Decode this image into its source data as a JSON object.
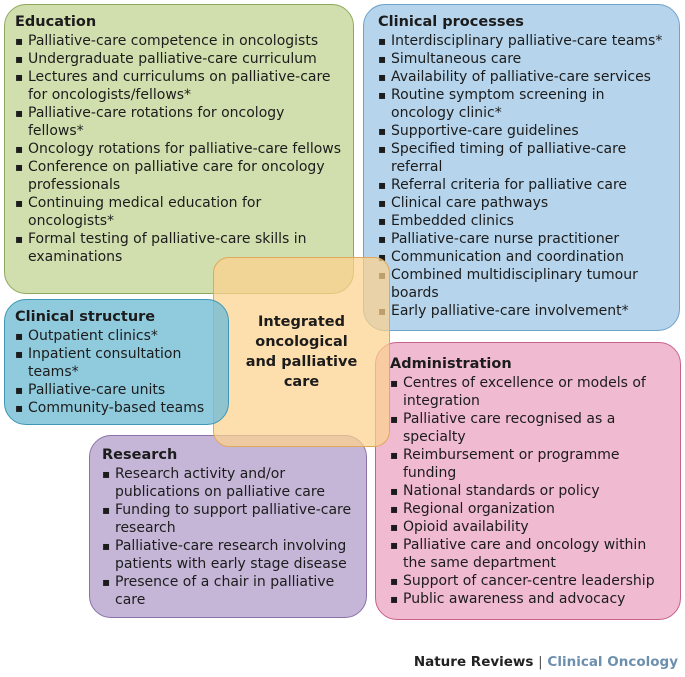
{
  "colors": {
    "education": "#c4d698",
    "clinical_processes": "#a6cbe6",
    "clinical_structure": "#76bed6",
    "administration": "#efb4cc",
    "research": "#c0b0d4",
    "center": "#fcd18e",
    "journal_accent": "#6d8fae"
  },
  "center": {
    "label": "Integrated oncological and palliative care"
  },
  "education": {
    "title": "Education",
    "items": [
      "Palliative-care competence in oncologists",
      "Undergraduate palliative-care curriculum",
      "Lectures and curriculums on palliative-care for oncologists/fellows*",
      "Palliative-care rotations for oncology fellows*",
      "Oncology rotations for palliative-care fellows",
      "Conference on palliative care for oncology professionals",
      "Continuing medical education for oncologists*",
      "Formal testing of palliative-care skills in examinations"
    ]
  },
  "clinical_processes": {
    "title": "Clinical processes",
    "items": [
      "Interdisciplinary palliative-care teams*",
      "Simultaneous care",
      "Availability of palliative-care services",
      "Routine symptom screening in oncology clinic*",
      "Supportive-care guidelines",
      "Specified timing of palliative-care referral",
      "Referral criteria for palliative care",
      "Clinical care pathways",
      "Embedded clinics",
      "Palliative-care nurse practitioner",
      "Communication and coordination",
      "Combined multidisciplinary tumour boards",
      "Early palliative-care involvement*"
    ]
  },
  "clinical_structure": {
    "title": "Clinical structure",
    "items": [
      "Outpatient clinics*",
      "Inpatient consultation teams*",
      "Palliative-care units",
      "Community-based teams"
    ]
  },
  "administration": {
    "title": "Administration",
    "items": [
      "Centres of excellence or models of integration",
      "Palliative care recognised as a specialty",
      "Reimbursement or programme funding",
      "National standards or policy",
      "Regional organization",
      "Opioid availability",
      "Palliative care and oncology within the same department",
      "Support of cancer-centre leadership",
      "Public awareness and advocacy"
    ]
  },
  "research": {
    "title": "Research",
    "items": [
      "Research activity and/or publications on palliative care",
      "Funding to support palliative-care research",
      "Palliative-care research involving patients with early stage disease",
      "Presence of a chair in palliative care"
    ]
  },
  "footer": {
    "brand": "Nature Reviews",
    "separator": "|",
    "journal": "Clinical Oncology"
  }
}
